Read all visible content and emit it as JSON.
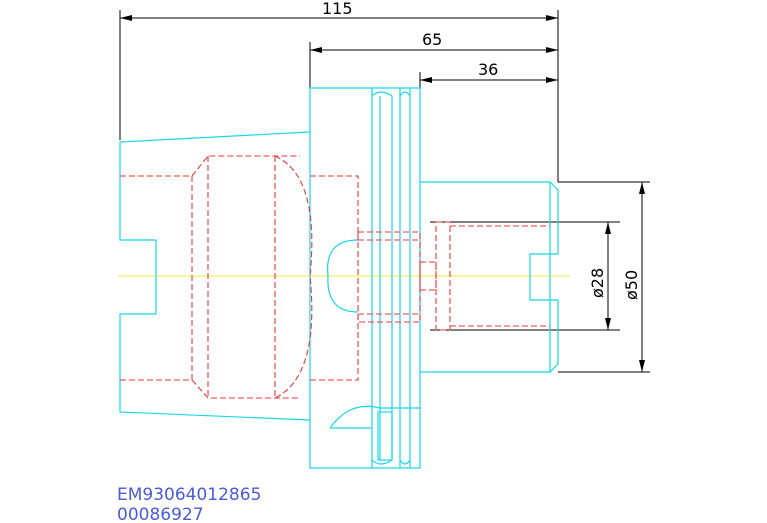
{
  "dimensions": {
    "overall_length": "115",
    "flange_length": "65",
    "shank_length": "36",
    "inner_diameter": "ø28",
    "outer_diameter": "ø50"
  },
  "codes": {
    "part_number": "EM93064012865",
    "serial": "00086927"
  },
  "colors": {
    "outline": "#17d8e8",
    "hidden": "#e83a3a",
    "dimension": "#000000",
    "centerline": "#f2ee3a",
    "code_text": "#4a5bd8"
  }
}
